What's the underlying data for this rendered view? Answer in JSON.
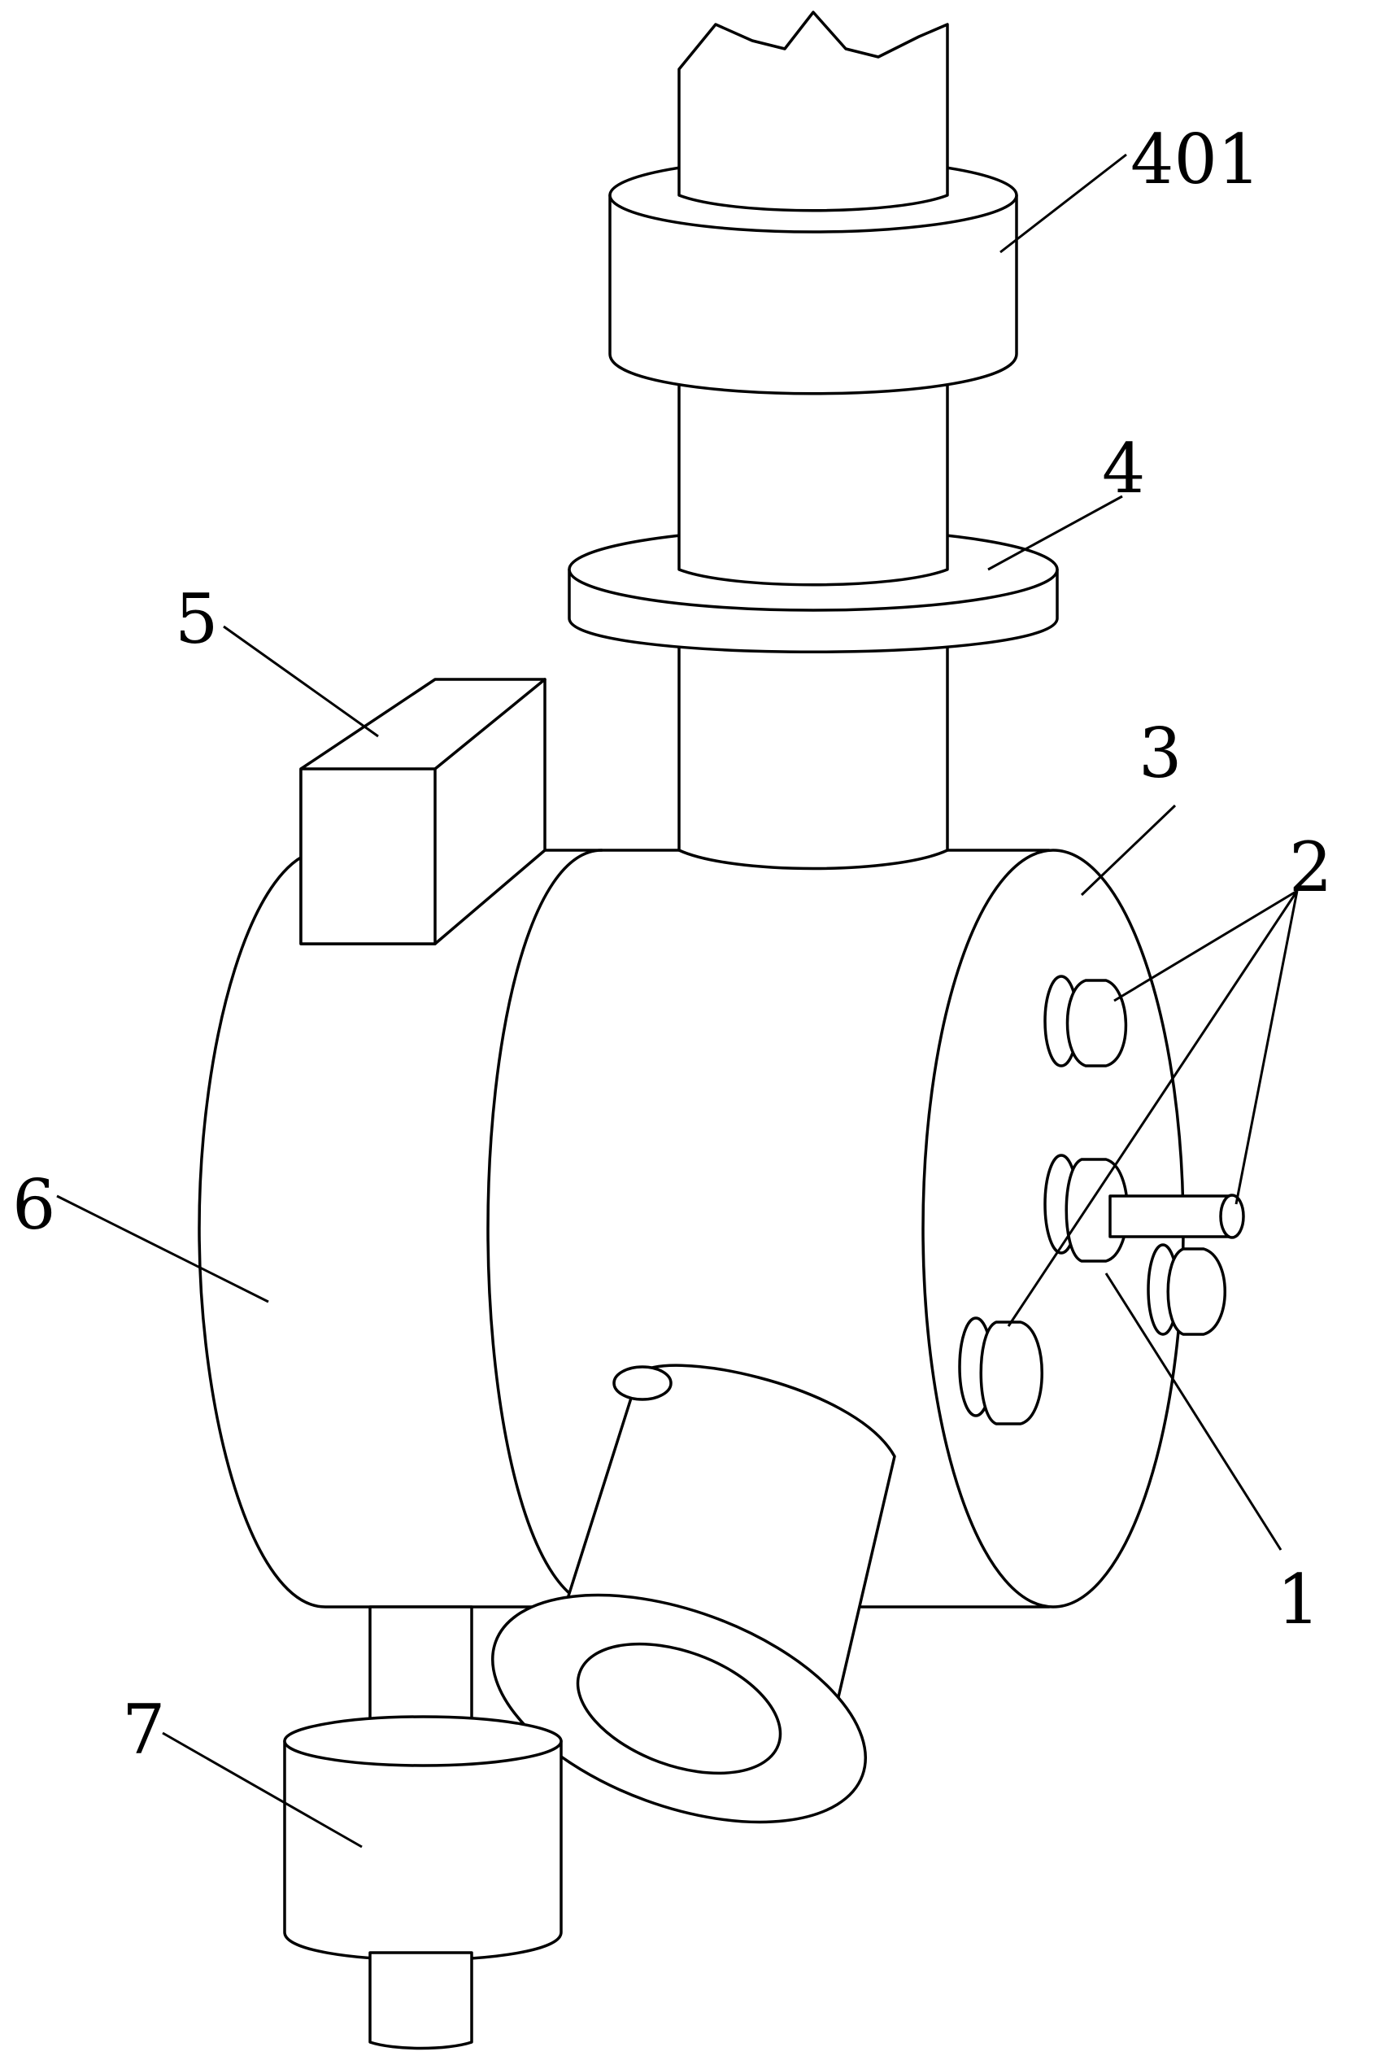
{
  "figure": {
    "callouts": [
      {
        "id": "c401",
        "text": "401"
      },
      {
        "id": "c4",
        "text": "4"
      },
      {
        "id": "c5",
        "text": "5"
      },
      {
        "id": "c3",
        "text": "3"
      },
      {
        "id": "c2",
        "text": "2"
      },
      {
        "id": "c6",
        "text": "6"
      },
      {
        "id": "c1",
        "text": "1"
      },
      {
        "id": "c7",
        "text": "7"
      }
    ]
  }
}
